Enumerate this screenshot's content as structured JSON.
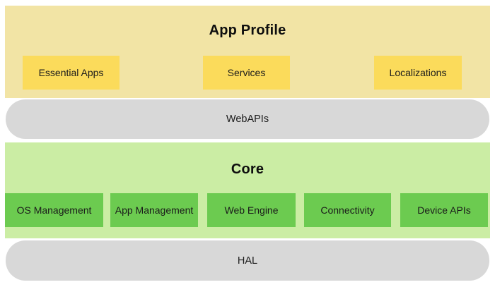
{
  "diagram": {
    "app_profile": {
      "title": "App Profile",
      "boxes": [
        "Essential Apps",
        "Services",
        "Localizations"
      ]
    },
    "webapis": {
      "label": "WebAPIs"
    },
    "core": {
      "title": "Core",
      "boxes": [
        "OS Management",
        "App Management",
        "Web Engine",
        "Connectivity",
        "Device APIs"
      ]
    },
    "hal": {
      "label": "HAL"
    },
    "colors": {
      "app_profile_panel_bg": "#f2e4a5",
      "app_profile_box_bg": "#fbdb5b",
      "core_panel_bg": "#cbeda4",
      "core_box_bg": "#6ccb50",
      "bar_bg": "#d8d8d8",
      "text": "#111111"
    }
  }
}
